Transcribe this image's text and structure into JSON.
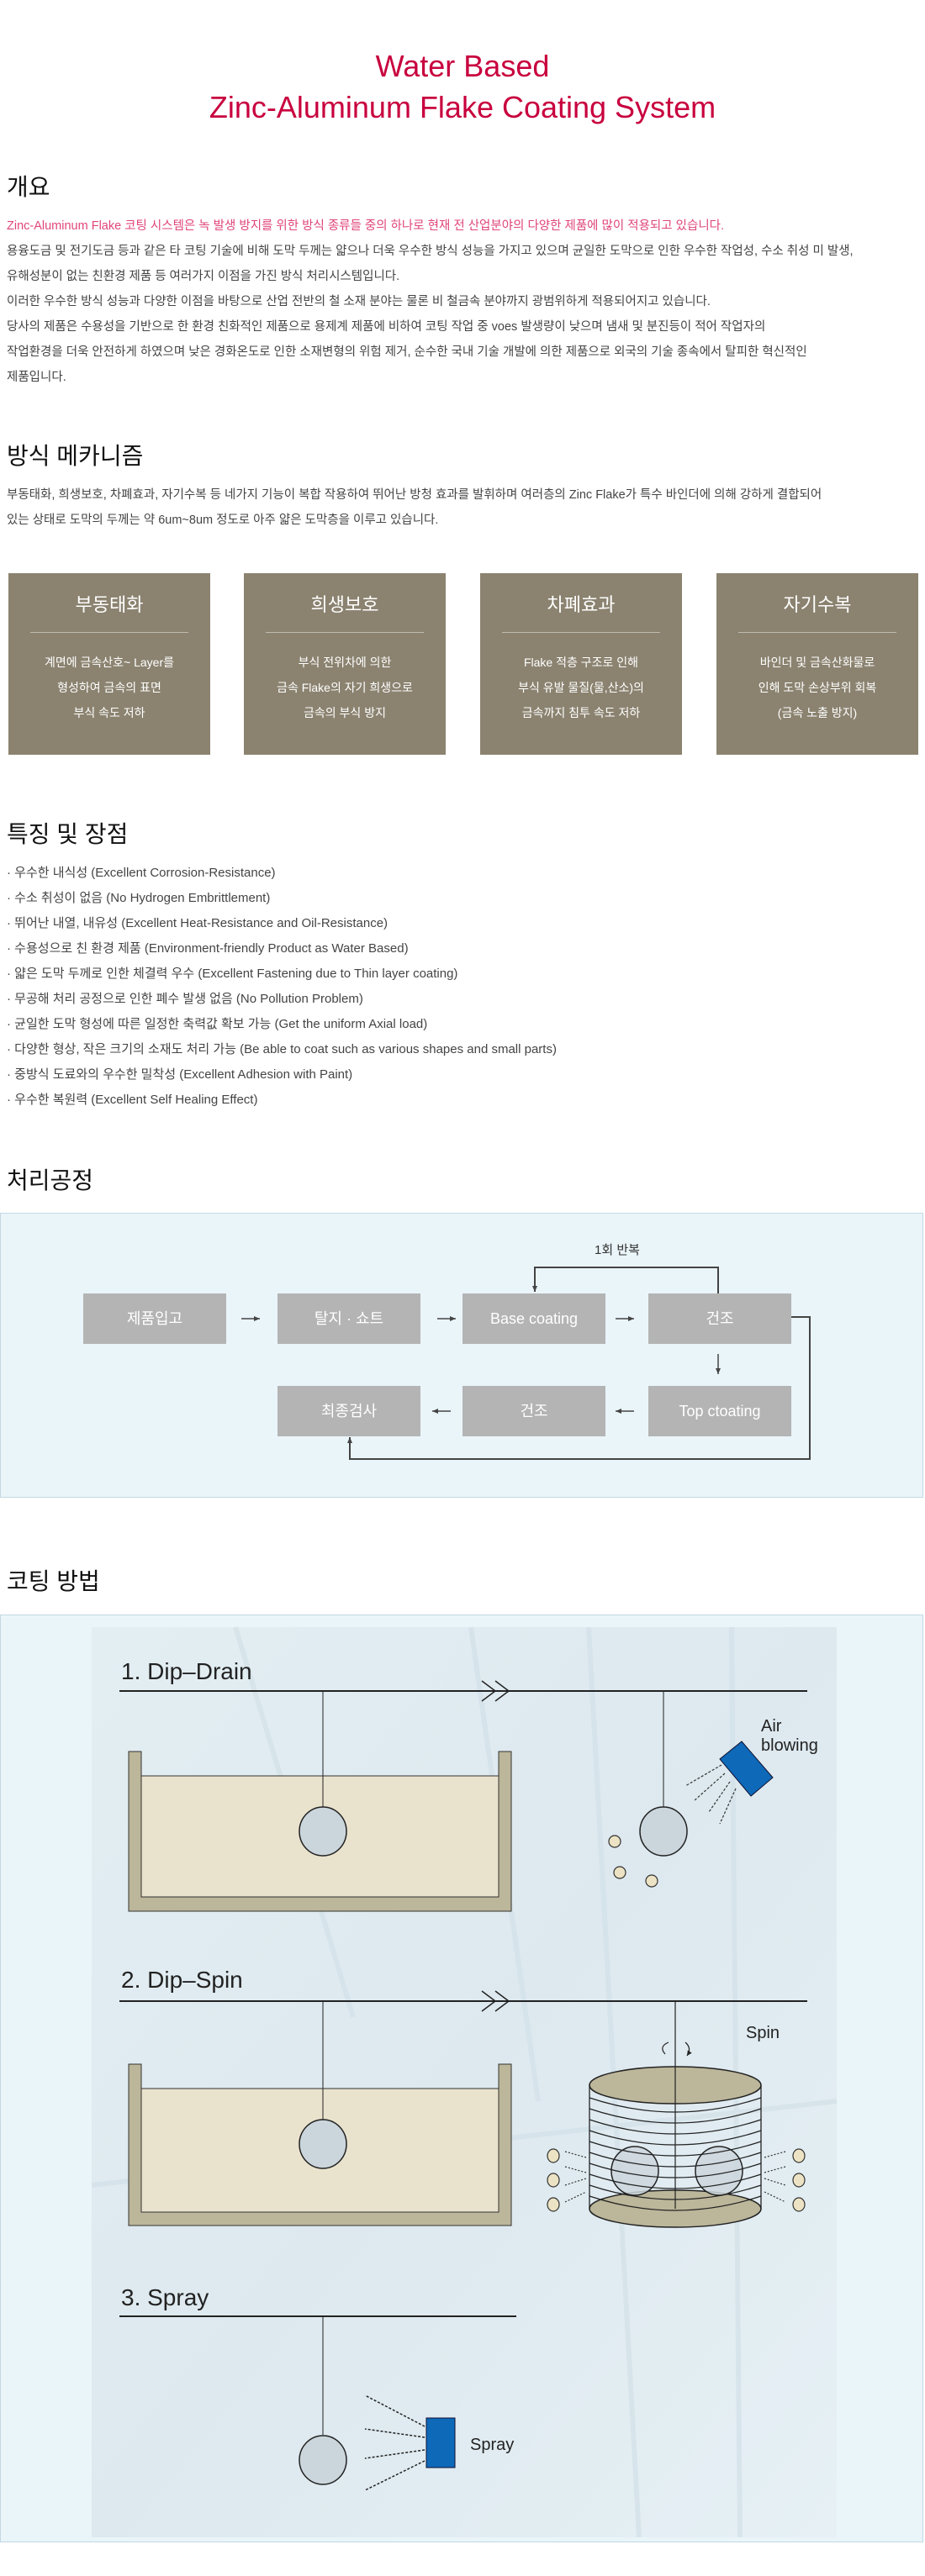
{
  "header": {
    "title_line1": "Water Based",
    "title_line2": "Zinc-Aluminum Flake Coating System",
    "accent_color": "#c8003e"
  },
  "overview": {
    "heading": "개요",
    "lines": [
      "Zinc-Aluminum Flake 코팅 시스템은 녹 발생 방지를 위한 방식 종류들 중의 하나로 현재 전 산업분야의 다양한 제품에 많이 적용되고 있습니다.",
      "용융도금 및 전기도금 등과 같은 타 코팅 기술에 비해 도막 두께는 얇으나 더욱 우수한 방식 성능을 가지고 있으며 균일한 도막으로 인한 우수한 작업성, 수소 취성 미 발생,",
      "유해성분이 없는 친환경 제품 등 여러가지 이점을 가진 방식 처리시스템입니다.",
      "이러한 우수한 방식 성능과 다양한 이점을 바탕으로 산업 전반의 철 소재 분야는 물론 비 철금속 분야까지 광범위하게 적용되어지고 있습니다.",
      "당사의 제품은 수용성을 기반으로 한 환경 친화적인 제품으로 용제계 제품에 비하여 코팅 작업 중 voes 발생량이 낮으며 냄새 및 분진등이 적어 작업자의",
      "작업환경을 더욱 안전하게 하였으며 낮은 경화온도로 인한 소재변형의 위험 제거, 순수한 국내 기술 개발에 의한 제품으로 외국의 기술 종속에서 탈피한 혁신적인",
      "제품입니다."
    ]
  },
  "mechanism": {
    "heading": "방식 메카니즘",
    "lines": [
      "부동태화, 희생보호, 차폐효과, 자기수복 등 네가지 기능이 복합 작용하여 뛰어난 방청 효과를 발휘하며 여러층의 Zinc Flake가 특수 바인더에 의해 강하게 결합되어",
      "있는 상태로 도막의 두께는 약 6um~8um 정도로 아주 얇은 도막층을 이루고 있습니다."
    ],
    "cards": [
      {
        "title": "부동태화",
        "lines": [
          "계면에 금속산호~ Layer를",
          "형성하여 금속의 표면",
          "부식 속도 저하"
        ]
      },
      {
        "title": "희생보호",
        "lines": [
          "부식 전위차에 의한",
          "금속 Flake의 자기 희생으로",
          "금속의 부식 방지"
        ]
      },
      {
        "title": "차폐효과",
        "lines": [
          "Flake 적층 구조로 인해",
          "부식 유발 물질(물,산소)의",
          "금속까지 침투 속도 저하"
        ]
      },
      {
        "title": "자기수복",
        "lines": [
          "바인더 및 금속산화물로",
          "인해 도막 손상부위 회복",
          "(금속 노출 방지)"
        ]
      }
    ]
  },
  "features": {
    "heading": "특징 및 장점",
    "items": [
      "· 우수한 내식성 (Excellent Corrosion-Resistance)",
      "· 수소 취성이 없음 (No Hydrogen Embrittlement)",
      "· 뛰어난 내열, 내유성 (Excellent Heat-Resistance and Oil-Resistance)",
      "· 수용성으로 친 환경 제품 (Environment-friendly Product as Water Based)",
      "· 얇은 도막 두께로 인한 체결력 우수 (Excellent Fastening due to Thin layer coating)",
      "· 무공해 처리 공정으로 인한 폐수 발생 없음 (No Pollution Problem)",
      "· 균일한 도막 형성에 따른 일정한 축력값 확보 가능 (Get the uniform Axial load)",
      "· 다양한 형상, 작은 크기의 소재도 처리 가능 (Be able to coat such as various shapes and small parts)",
      "· 중방식 도료와의 우수한 밀착성 (Excellent Adhesion with Paint)",
      "· 우수한 복원력 (Excellent Self Healing Effect)"
    ]
  },
  "process": {
    "heading": "처리공정",
    "repeat_label": "1회 반복",
    "steps": [
      "제품입고",
      "탈지 · 쇼트",
      "Base coating",
      "건조",
      "Top ctoating",
      "건조",
      "최종검사"
    ]
  },
  "coating": {
    "heading": "코팅 방법",
    "methods": [
      "1. Dip–Drain",
      "2. Dip–Spin",
      "3. Spray"
    ],
    "air_label_1": "Air",
    "air_label_2": "blowing",
    "spin_label": "Spin",
    "spray_label": "Spray",
    "colors": {
      "liquid": "#e9e2cd",
      "tank": "#bcb69a",
      "part": "#cbd6dc",
      "nozzle": "#0e69b8"
    }
  }
}
